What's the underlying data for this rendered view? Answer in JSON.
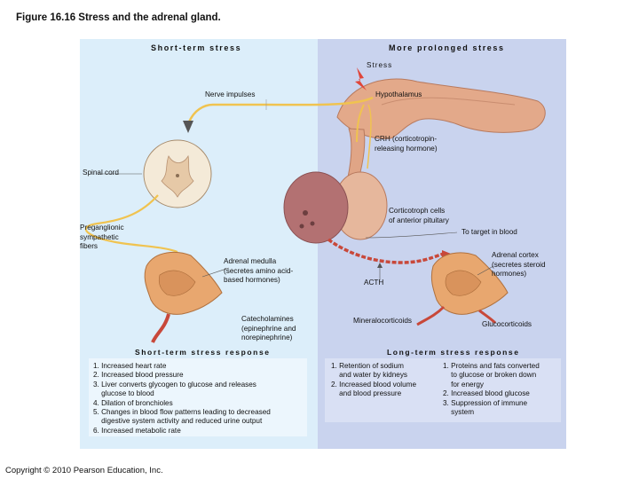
{
  "figure_title": "Figure 16.16  Stress and the adrenal gland.",
  "headers": {
    "short_term": "Short-term stress",
    "prolonged": "More prolonged stress"
  },
  "labels": {
    "stress": "Stress",
    "nerve_impulses": "Nerve impulses",
    "hypothalamus": "Hypothalamus",
    "crh": [
      "CRH (corticotropin-",
      "releasing hormone)"
    ],
    "spinal_cord": "Spinal cord",
    "corticotroph": [
      "Corticotroph cells",
      "of anterior pituitary"
    ],
    "preganglionic": [
      "Preganglionic",
      "sympathetic",
      "fibers"
    ],
    "to_target": "To target in blood",
    "adrenal_medulla": [
      "Adrenal medulla",
      "(secretes amino acid-",
      "based hormones)"
    ],
    "acth": "ACTH",
    "adrenal_cortex": [
      "Adrenal cortex",
      "(secretes steroid",
      "hormones)"
    ],
    "catecholamines": [
      "Catecholamines",
      "(epinephrine and",
      "norepinephrine)"
    ],
    "mineralocorticoids": "Mineralocorticoids",
    "glucocorticoids": "Glucocorticoids"
  },
  "short_term_response": {
    "title": "Short-term stress response",
    "items": [
      "1. Increased heart rate",
      "2. Increased blood pressure",
      "3. Liver converts glycogen to glucose and releases",
      "    glucose to blood",
      "4. Dilation of bronchioles",
      "5. Changes in blood flow patterns leading to decreased",
      "    digestive system activity and reduced urine output",
      "6. Increased metabolic rate"
    ]
  },
  "long_term_response": {
    "title": "Long-term stress response",
    "mineralo_items": [
      "1. Retention of sodium",
      "    and water by kidneys",
      "2. Increased blood volume",
      "    and blood pressure"
    ],
    "gluco_items": [
      "1. Proteins and fats converted",
      "    to glucose or broken down",
      "    for energy",
      "2. Increased blood glucose",
      "3. Suppression of immune",
      "    system"
    ]
  },
  "copyright": "Copyright © 2010 Pearson Education, Inc."
}
